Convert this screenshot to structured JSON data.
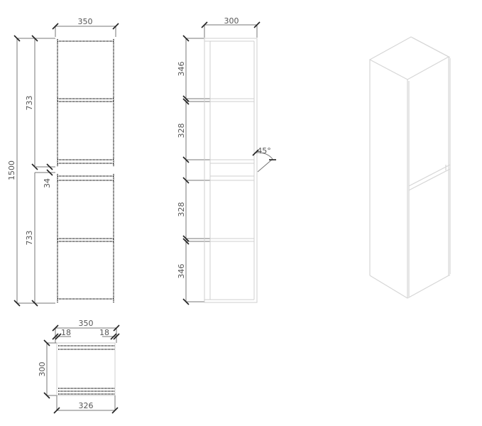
{
  "drawing": {
    "front_view": {
      "width_label": "350",
      "total_height_label": "1500",
      "upper_module_height_label": "733",
      "lower_module_height_label": "733",
      "gap_label": "34"
    },
    "side_view": {
      "depth_label": "300",
      "upper_dims": [
        "346",
        "328"
      ],
      "lower_dims": [
        "328",
        "346"
      ],
      "angle_label": "45°"
    },
    "top_view": {
      "width_label": "350",
      "left_panel_label": "18",
      "right_panel_label": "18",
      "depth_label": "300",
      "inner_width_label": "326"
    },
    "isometric_view": {
      "description": "3D tall cabinet with two doors"
    }
  }
}
